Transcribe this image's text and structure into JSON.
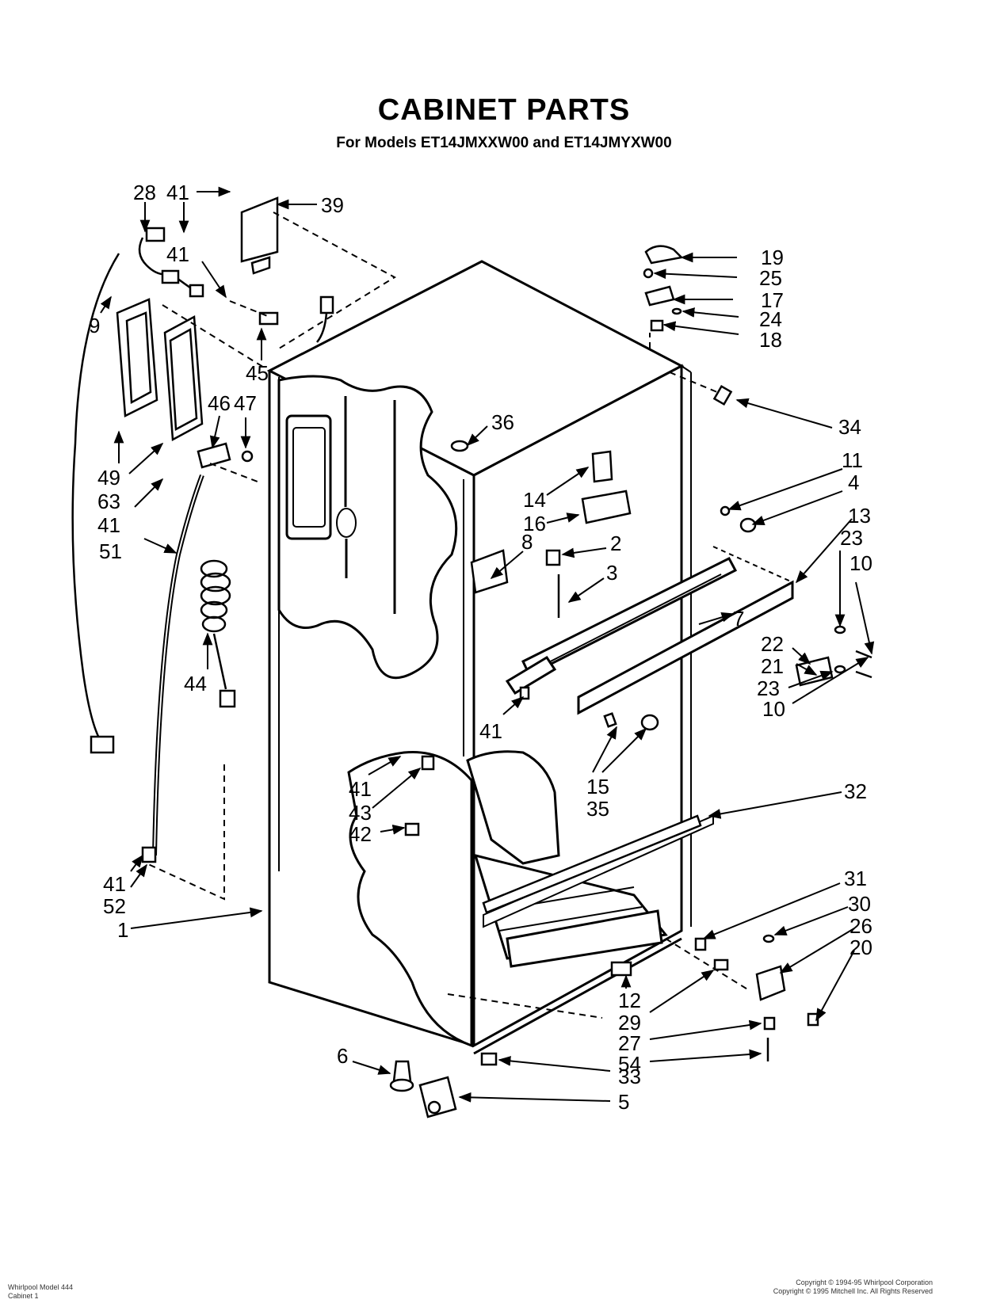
{
  "header": {
    "title": "CABINET PARTS",
    "subtitle": "For Models ET14JMXXW00 and ET14JMYXW00"
  },
  "callouts": [
    {
      "id": "c28",
      "label": "28"
    },
    {
      "id": "c41a",
      "label": "41"
    },
    {
      "id": "c39",
      "label": "39"
    },
    {
      "id": "c41b",
      "label": "41"
    },
    {
      "id": "c9",
      "label": "9"
    },
    {
      "id": "c45",
      "label": "45"
    },
    {
      "id": "c46",
      "label": "46"
    },
    {
      "id": "c47",
      "label": "47"
    },
    {
      "id": "c49",
      "label": "49"
    },
    {
      "id": "c63",
      "label": "63"
    },
    {
      "id": "c41c",
      "label": "41"
    },
    {
      "id": "c51",
      "label": "51"
    },
    {
      "id": "c44",
      "label": "44"
    },
    {
      "id": "c41d",
      "label": "41"
    },
    {
      "id": "c52",
      "label": "52"
    },
    {
      "id": "c1",
      "label": "1"
    },
    {
      "id": "c36",
      "label": "36"
    },
    {
      "id": "c14",
      "label": "14"
    },
    {
      "id": "c16",
      "label": "16"
    },
    {
      "id": "c8",
      "label": "8"
    },
    {
      "id": "c2",
      "label": "2"
    },
    {
      "id": "c3",
      "label": "3"
    },
    {
      "id": "c7",
      "label": "7"
    },
    {
      "id": "c41e",
      "label": "41"
    },
    {
      "id": "c15",
      "label": "15"
    },
    {
      "id": "c35",
      "label": "35"
    },
    {
      "id": "c41f",
      "label": "41"
    },
    {
      "id": "c43",
      "label": "43"
    },
    {
      "id": "c42",
      "label": "42"
    },
    {
      "id": "c19",
      "label": "19"
    },
    {
      "id": "c25",
      "label": "25"
    },
    {
      "id": "c17",
      "label": "17"
    },
    {
      "id": "c24",
      "label": "24"
    },
    {
      "id": "c18",
      "label": "18"
    },
    {
      "id": "c34",
      "label": "34"
    },
    {
      "id": "c11",
      "label": "11"
    },
    {
      "id": "c4",
      "label": "4"
    },
    {
      "id": "c13",
      "label": "13"
    },
    {
      "id": "c23a",
      "label": "23"
    },
    {
      "id": "c10a",
      "label": "10"
    },
    {
      "id": "c22",
      "label": "22"
    },
    {
      "id": "c21",
      "label": "21"
    },
    {
      "id": "c23b",
      "label": "23"
    },
    {
      "id": "c10b",
      "label": "10"
    },
    {
      "id": "c32",
      "label": "32"
    },
    {
      "id": "c31",
      "label": "31"
    },
    {
      "id": "c30",
      "label": "30"
    },
    {
      "id": "c26",
      "label": "26"
    },
    {
      "id": "c20",
      "label": "20"
    },
    {
      "id": "c12",
      "label": "12"
    },
    {
      "id": "c29",
      "label": "29"
    },
    {
      "id": "c27",
      "label": "27"
    },
    {
      "id": "c54",
      "label": "54"
    },
    {
      "id": "c33",
      "label": "33"
    },
    {
      "id": "c6",
      "label": "6"
    },
    {
      "id": "c5",
      "label": "5"
    }
  ],
  "footer": {
    "left_line1": "Whirlpool Model 444",
    "left_line2": "Cabinet 1",
    "right_line1": "Copyright © 1994-95 Whirlpool Corporation",
    "right_line2": "Copyright © 1995 Mitchell Inc. All Rights Reserved"
  }
}
